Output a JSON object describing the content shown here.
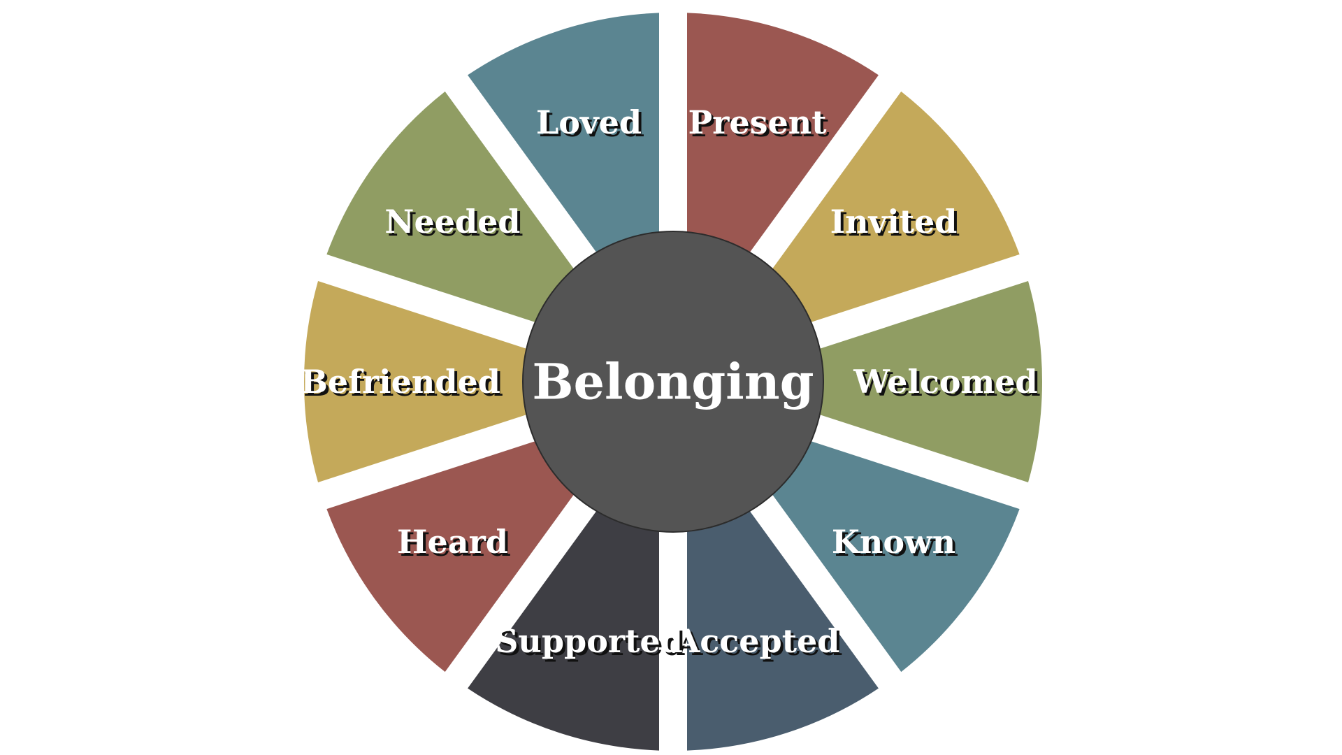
{
  "center": {
    "label": "Belonging",
    "color": "#545454"
  },
  "segments": [
    {
      "label": "Present",
      "color": "#9b5751"
    },
    {
      "label": "Invited",
      "color": "#c4a95a"
    },
    {
      "label": "Welcomed",
      "color": "#909d63"
    },
    {
      "label": "Known",
      "color": "#5b8591"
    },
    {
      "label": "Accepted",
      "color": "#4a5d6e"
    },
    {
      "label": "Supported",
      "color": "#3e3e44"
    },
    {
      "label": "Heard",
      "color": "#9b5751"
    },
    {
      "label": "Befriended",
      "color": "#c4a95a"
    },
    {
      "label": "Needed",
      "color": "#909d63"
    },
    {
      "label": "Loved",
      "color": "#5b8591"
    }
  ]
}
